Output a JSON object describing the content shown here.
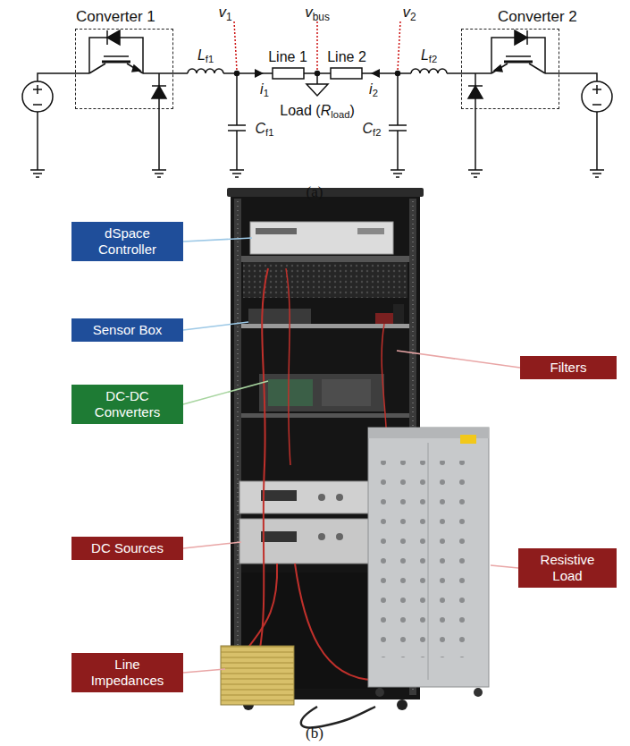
{
  "diagram": {
    "nodes": [
      {
        "text": [
          "Converter 1"
        ]
      },
      {
        "text": [
          "Converter 2"
        ]
      },
      {
        "text": [
          "dSpace Controller"
        ]
      },
      {
        "text": [
          "Sensor Box"
        ]
      },
      {
        "text": [
          "DC-DC Converters"
        ]
      },
      {
        "text": [
          "DC Sources"
        ]
      },
      {
        "text": [
          "Line Impedances"
        ]
      },
      {
        "text": [
          "Filters"
        ]
      },
      {
        "text": [
          "Resistive Load"
        ]
      }
    ],
    "labels": [
      "v1",
      "vbus",
      "v2",
      "Lf1",
      "Line 1",
      "Line 2",
      "Lf2",
      "i1",
      "i2",
      "Cf1",
      "Load (Rload)",
      "Cf2",
      "(a)",
      "(b)"
    ]
  }
}
